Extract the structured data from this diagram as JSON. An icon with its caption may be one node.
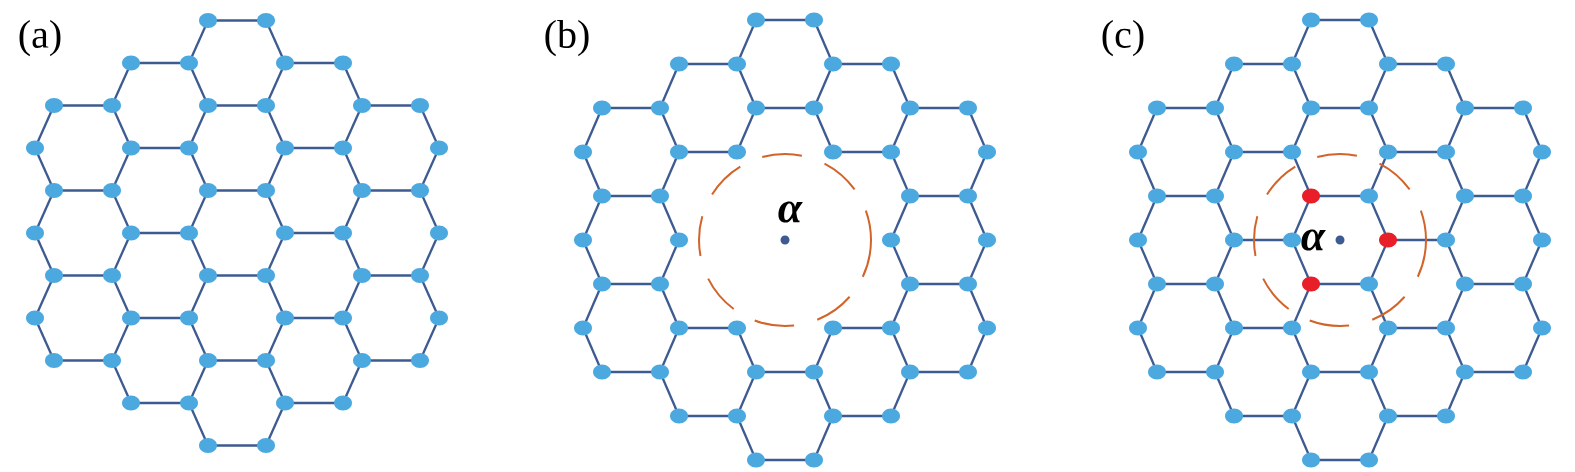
{
  "diagram": {
    "labels": [
      "(a)",
      "(b)",
      "(c)",
      "α",
      "α"
    ]
  }
}
